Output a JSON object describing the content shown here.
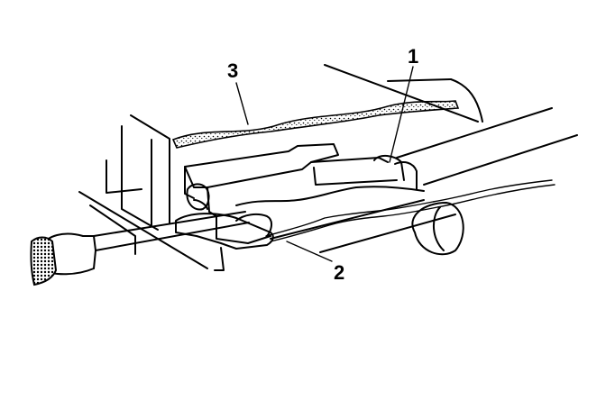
{
  "figure": {
    "callouts": [
      {
        "id": "1",
        "label": "1"
      },
      {
        "id": "2",
        "label": "2"
      },
      {
        "id": "3",
        "label": "3"
      }
    ]
  }
}
